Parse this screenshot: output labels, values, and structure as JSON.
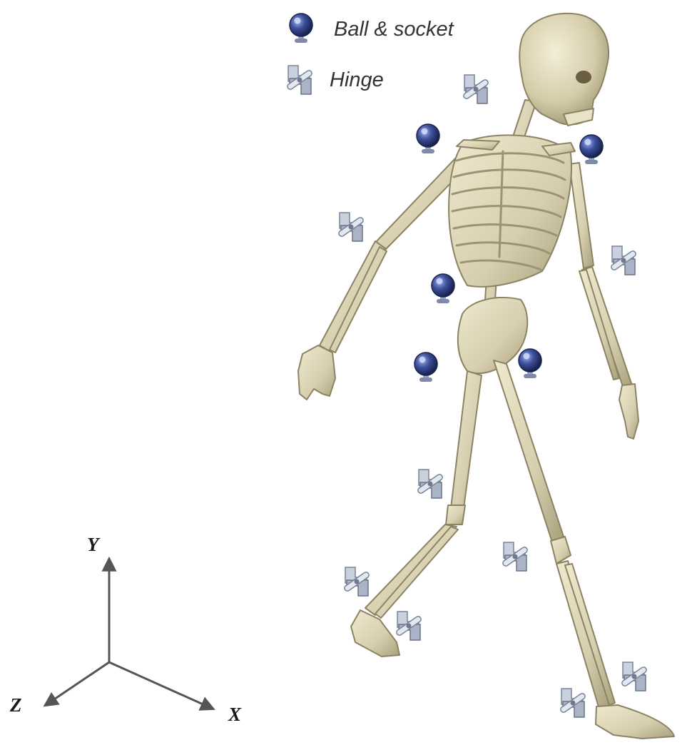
{
  "legend": {
    "ball_socket": {
      "label": "Ball & socket",
      "icon": "ball-socket-joint-icon"
    },
    "hinge": {
      "label": "Hinge",
      "icon": "hinge-joint-icon"
    }
  },
  "axes": {
    "y": "Y",
    "z": "Z",
    "x": "X"
  },
  "colors": {
    "bone": "#d9d2b4",
    "bone_shade": "#9c9372",
    "ball_joint": "#3c4f9a",
    "hinge_joint": "#b9c2d0",
    "axis": "#555555"
  }
}
